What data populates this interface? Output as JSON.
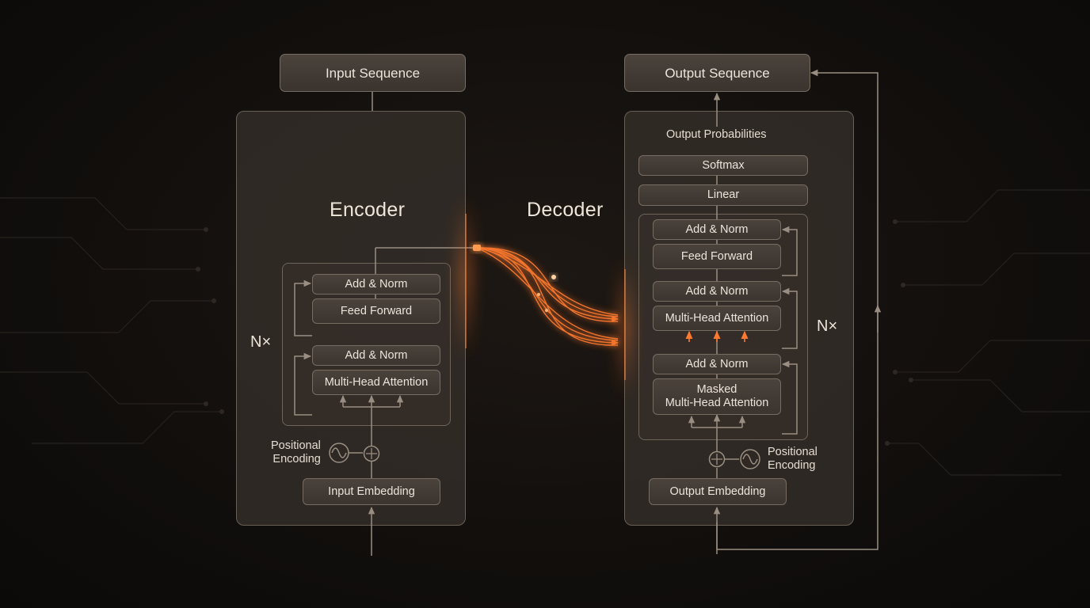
{
  "encoder": {
    "title": "Encoder",
    "repeat": "N×",
    "input_sequence": "Input Sequence",
    "add_norm_top": "Add & Norm",
    "feed_forward": "Feed Forward",
    "add_norm_bottom": "Add & Norm",
    "multi_head_attention": "Multi-Head Attention",
    "positional_encoding": "Positional\nEncoding",
    "input_embedding": "Input Embedding"
  },
  "decoder": {
    "title": "Decoder",
    "repeat": "N×",
    "output_sequence": "Output Sequence",
    "output_probabilities": "Output Probabilities",
    "softmax": "Softmax",
    "linear": "Linear",
    "add_norm_1": "Add & Norm",
    "feed_forward": "Feed Forward",
    "add_norm_2": "Add & Norm",
    "multi_head_attention": "Multi-Head Attention",
    "add_norm_3": "Add & Norm",
    "masked_attention": "Masked\nMulti-Head Attention",
    "positional_encoding": "Positional\nEncoding",
    "output_embedding": "Output Embedding"
  },
  "colors": {
    "accent_glow": "#ff7a2e",
    "line": "#9a8e82",
    "panel_border": "#6a5f55"
  },
  "icons": [
    "sine-wave-icon",
    "add-circle-icon",
    "arrow-icon"
  ]
}
